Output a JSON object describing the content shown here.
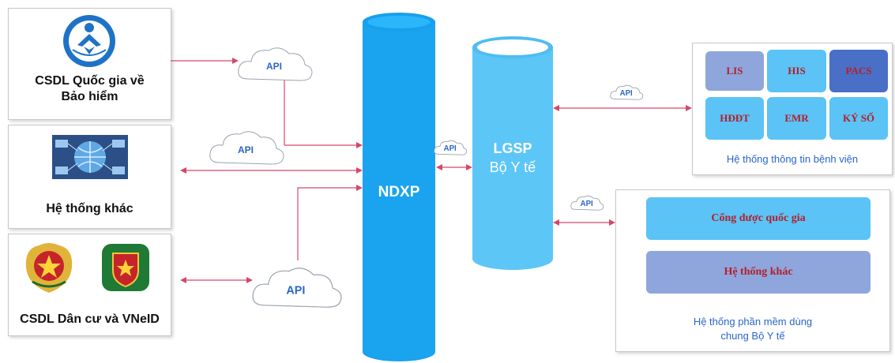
{
  "left": {
    "bhxh_label": "CSDL Quốc gia về\nBảo hiểm",
    "other_label": "Hệ thống khác",
    "dancu_label": "CSDL Dân cư và VNeID"
  },
  "ndxp": {
    "label": "NDXP"
  },
  "lgsp": {
    "label_line1": "LGSP",
    "label_line2": "Bộ Y tế"
  },
  "api_label": "API",
  "hospital": {
    "tiles": [
      "LIS",
      "HIS",
      "PACS",
      "HĐĐT",
      "EMR",
      "KÝ SỐ"
    ],
    "caption": "Hệ thống thông tin bệnh viện"
  },
  "shared": {
    "bar1": "Cổng dược quốc gia",
    "bar2": "Hệ thống khác",
    "caption_line1": "Hệ thống phần mềm dùng",
    "caption_line2": "chung Bộ Y tế"
  },
  "colors": {
    "arrow": "#d6476a",
    "ndxp": "#1aa3ee",
    "lgsp": "#5cc6f7",
    "tile_blue": "#5bc3f5",
    "tile_purple": "#8fa6dd",
    "tile_dark": "#4a6fc6",
    "text_red": "#b3202a",
    "caption_blue": "#2a66c9"
  }
}
